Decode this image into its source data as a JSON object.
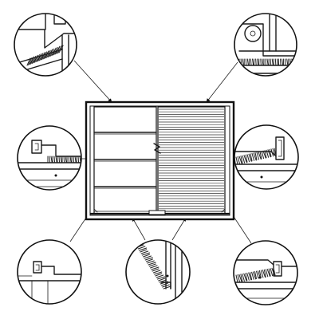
{
  "figure": {
    "title": "",
    "detail_views": [
      {
        "id": "top-left",
        "icon": "brush-seal-icon"
      },
      {
        "id": "top-right",
        "icon": "roller-brush-seal-icon"
      },
      {
        "id": "middle-left",
        "icon": "brush-seal-icon"
      },
      {
        "id": "middle-right",
        "icon": "brush-seal-icon"
      },
      {
        "id": "bottom-left",
        "icon": "profile-seal-icon"
      },
      {
        "id": "bottom-center",
        "icon": "brush-seal-icon"
      },
      {
        "id": "bottom-right",
        "icon": "brush-seal-icon"
      }
    ],
    "door": {
      "left_leaf": "sectional-panels",
      "left_panel_count": 4,
      "right_leaf": "roller-shutter"
    },
    "colors": {
      "line": "#1a1a1a",
      "background": "#ffffff"
    }
  }
}
